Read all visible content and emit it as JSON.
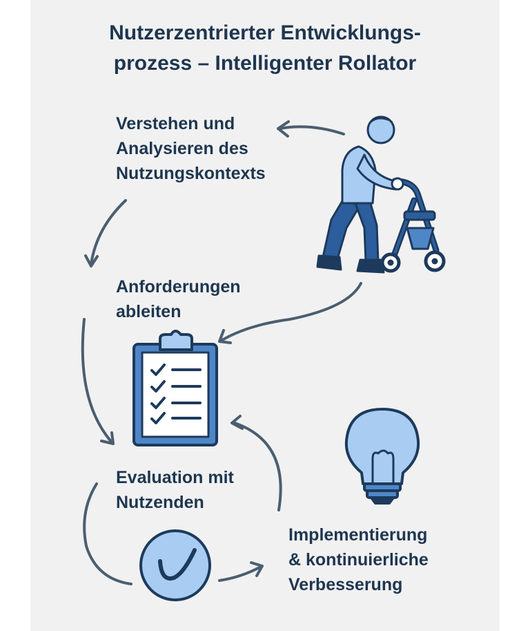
{
  "title": {
    "line1": "Nutzerzentrierter Entwicklungs-",
    "line2": "prozess – Intelligenter Rollator"
  },
  "steps": [
    {
      "line1": "Verstehen und",
      "line2": "Analysieren des",
      "line3": "Nutzungskontexts",
      "icon": "person-with-rollator-icon"
    },
    {
      "line1": "Anforderungen",
      "line2": "ableiten",
      "icon": "clipboard-checklist-icon"
    },
    {
      "line1": "Evaluation mit",
      "line2": "Nutzenden",
      "icon": "checkmark-circle-icon"
    },
    {
      "line1": "Implementierung",
      "line2": "& kontinuierliche",
      "line3": "Verbesserung",
      "icon": "lightbulb-icon"
    }
  ],
  "colors": {
    "text": "#1e3650",
    "outline": "#1d3a5c",
    "arrow": "#4a5e70",
    "light_blue": "#a9ccf2",
    "mid_blue": "#4e86c8",
    "dark_blue": "#2c5d9c",
    "background": "#f1f1f1"
  }
}
